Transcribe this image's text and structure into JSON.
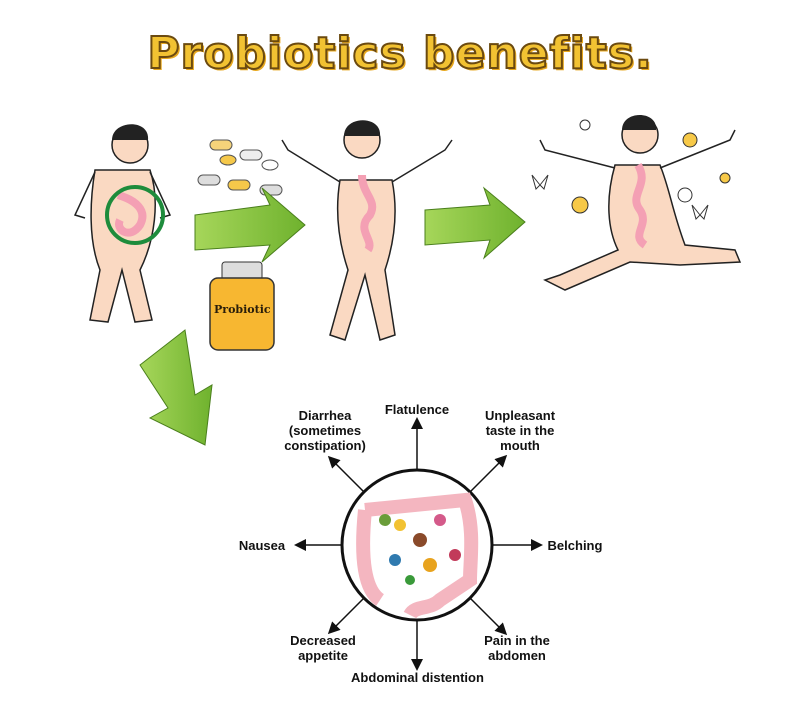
{
  "title": "Probiotics benefits.",
  "bottle_label": "Probiotic",
  "symptoms": {
    "flatulence": "Flatulence",
    "diarrhea": [
      "Diarrhea",
      "(sometimes",
      "constipation)"
    ],
    "unpleasant_taste": [
      "Unpleasant",
      "taste in the",
      "mouth"
    ],
    "nausea": "Nausea",
    "belching": "Belching",
    "decreased_appetite": [
      "Decreased",
      "appetite"
    ],
    "pain": [
      "Pain in the",
      "abdomen"
    ],
    "abdominal_distention": "Abdominal distention"
  },
  "colors": {
    "title_fill": "#f2c232",
    "arrow_green": "#8cc63f",
    "skin": "#fad9c2",
    "gut": "#f4a0b4",
    "circle_highlight": "#1e8c3c",
    "bottle_body": "#f7b731"
  }
}
